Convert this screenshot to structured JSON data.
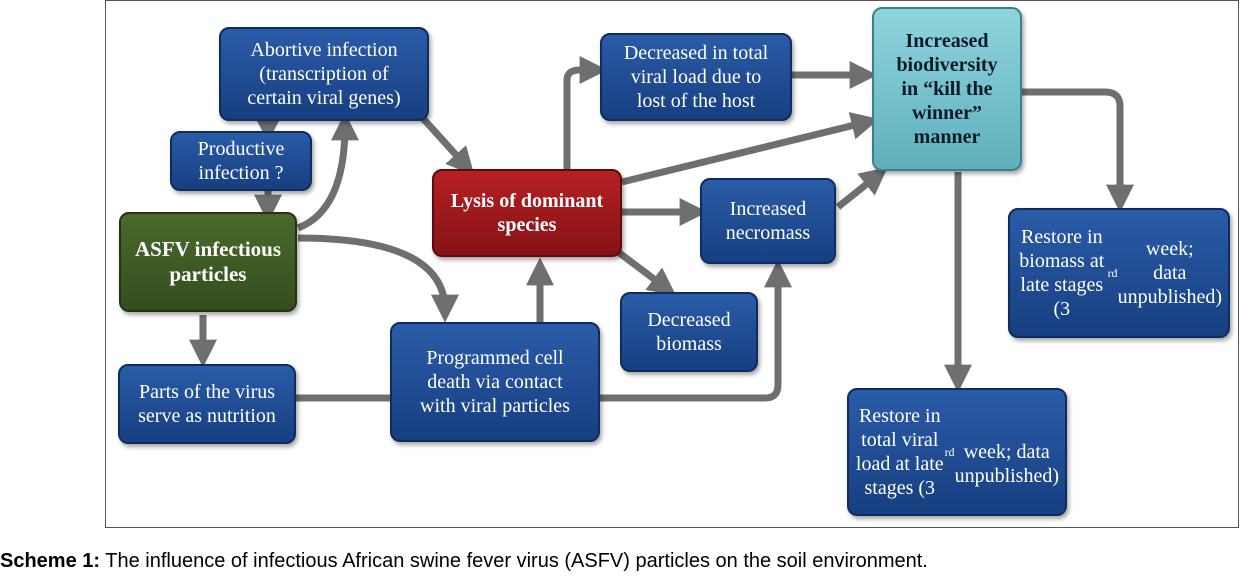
{
  "diagram": {
    "nodes": {
      "abortive": "Abortive infection\n(transcription of\ncertain viral genes)",
      "productive": "Productive\ninfection ?",
      "asfv": "ASFV infectious\nparticles",
      "parts": "Parts of the virus\nserve as nutrition",
      "lysis": "Lysis of dominant\nspecies",
      "programmed": "Programmed cell\ndeath via contact\nwith viral particles",
      "decreased_viral": "Decreased in total\nviral load due to\nlost of the host",
      "increased_necromass": "Increased\nnecromass",
      "decreased_biomass": "Decreased\nbiomass",
      "biodiversity": "Increased\nbiodiversity\nin “kill the\nwinner”\nmanner",
      "restore_biomass": "Restore in biomass at\nlate stages (3rd week;\ndata unpublished)",
      "restore_viral": "Restore in total viral\nload at late stages (3rd\nweek; data\nunpublished)"
    }
  },
  "caption": {
    "label": "Scheme 1:",
    "text": " The influence of infectious African swine fever virus (ASFV) particles on the soil environment."
  }
}
